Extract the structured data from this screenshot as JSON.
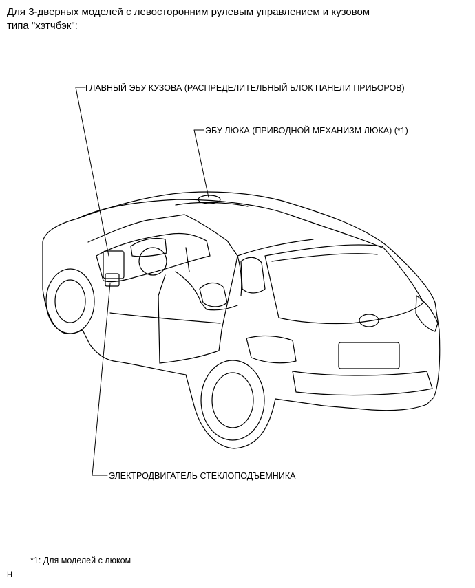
{
  "heading": "Для 3-дверных моделей с левосторонним рулевым управлением и кузовом типа \"хэтчбэк\":",
  "callouts": {
    "main_body_ecu": "ГЛАВНЫЙ ЭБУ КУЗОВА (РАСПРЕДЕЛИТЕЛЬНЫЙ БЛОК ПАНЕЛИ ПРИБОРОВ)",
    "sunroof_ecu": "ЭБУ ЛЮКА (ПРИВОДНОЙ МЕХАНИЗМ ЛЮКА) (*1)",
    "window_motor": "ЭЛЕКТРОДВИГАТЕЛЬ СТЕКЛОПОДЪЕМНИКА"
  },
  "footnote": "*1: Для моделей с люком",
  "figure_code": "H"
}
